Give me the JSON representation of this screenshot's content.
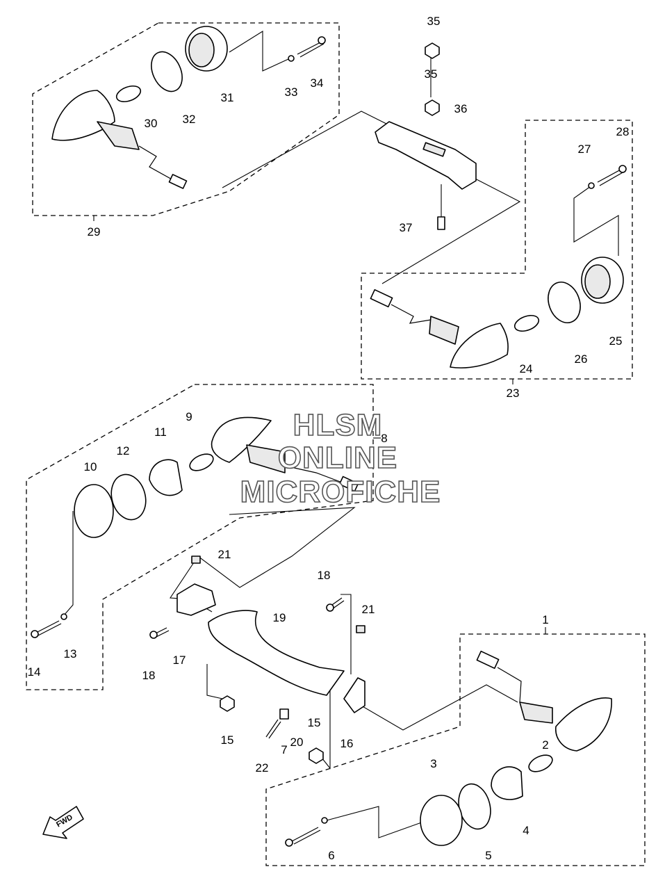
{
  "callouts": [
    "1",
    "2",
    "3",
    "4",
    "5",
    "6",
    "7",
    "8",
    "9",
    "10",
    "11",
    "12",
    "13",
    "14",
    "15",
    "15",
    "16",
    "17",
    "18",
    "18",
    "19",
    "20",
    "21",
    "21",
    "22",
    "23",
    "24",
    "25",
    "26",
    "27",
    "28",
    "29",
    "30",
    "31",
    "32",
    "33",
    "34",
    "35",
    "35",
    "36",
    "37"
  ],
  "watermark": {
    "line1": "HLSM",
    "line2": "ONLINE",
    "line3": "MICROFICHE"
  },
  "direction_marker": "FWD",
  "colors": {
    "line": "#000000",
    "background": "#ffffff",
    "watermark_outline": "#555555"
  }
}
